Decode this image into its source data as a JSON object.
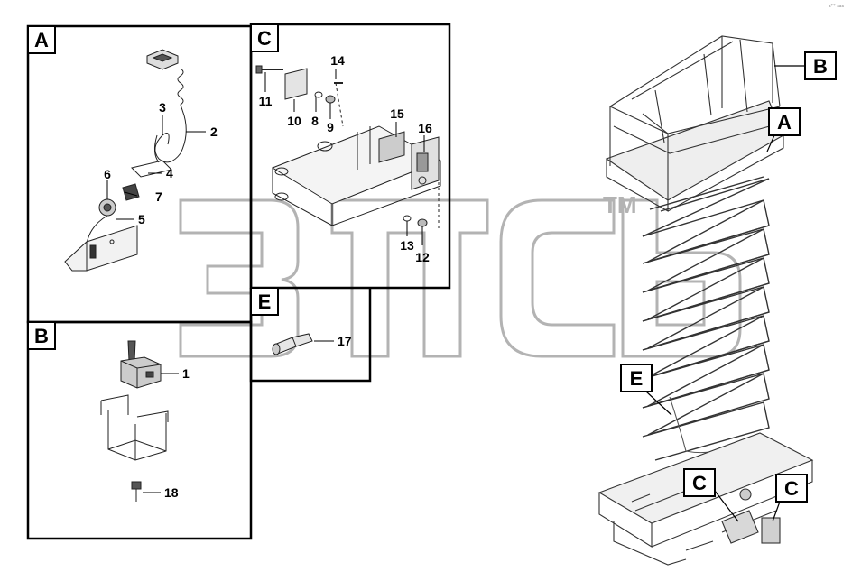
{
  "corner_code": "s** sss",
  "watermark": {
    "text": "3πcb",
    "tm": "TM"
  },
  "panels": {
    "A": {
      "label": "A",
      "callouts": [
        "3",
        "2",
        "4",
        "6",
        "7",
        "5"
      ]
    },
    "B": {
      "label": "B",
      "callouts": [
        "1",
        "18"
      ]
    },
    "C": {
      "label": "C",
      "callouts": [
        "14",
        "11",
        "10",
        "8",
        "9",
        "15",
        "16",
        "13",
        "12"
      ]
    },
    "E": {
      "label": "E",
      "callouts": [
        "17"
      ]
    }
  },
  "machine_tags": {
    "B": "B",
    "A": "A",
    "E": "E",
    "C1": "C",
    "C2": "C"
  }
}
